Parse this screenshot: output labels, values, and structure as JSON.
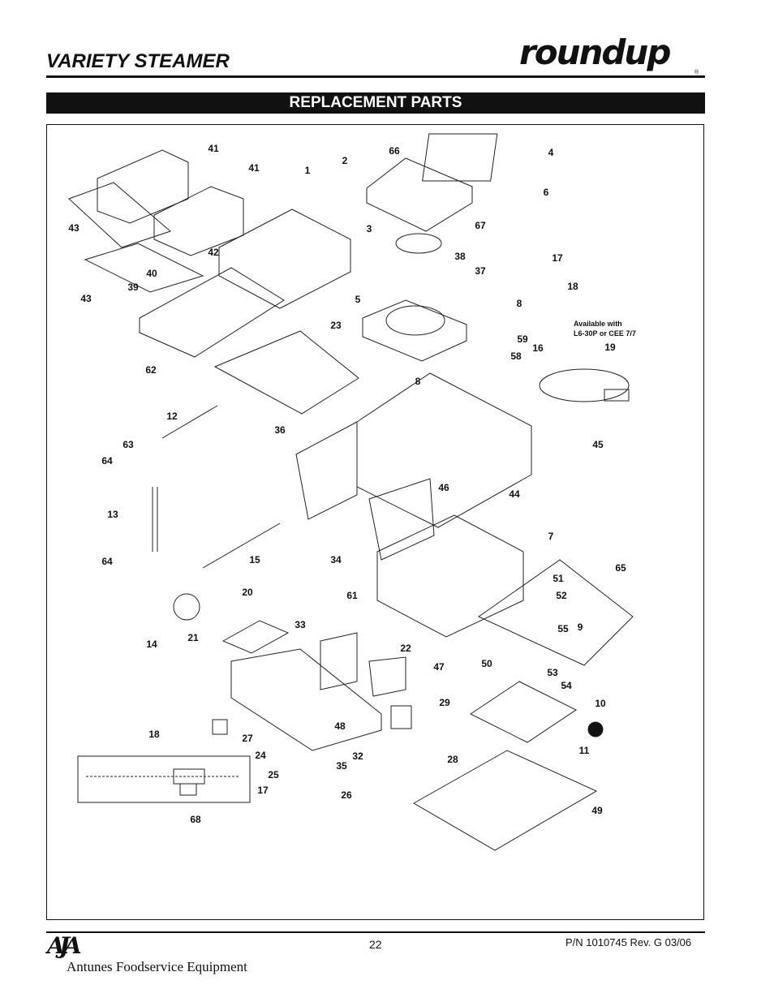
{
  "header": {
    "title": "VARIETY STEAMER",
    "logo": "roundup",
    "logo_mark": "®"
  },
  "section_title": "REPLACEMENT PARTS",
  "diagram": {
    "note": [
      "Available with",
      "L6-30P or CEE 7/7"
    ],
    "callouts": [
      "41",
      "41",
      "1",
      "2",
      "66",
      "4",
      "6",
      "43",
      "3",
      "67",
      "42",
      "40",
      "38",
      "37",
      "17",
      "18",
      "39",
      "43",
      "5",
      "8",
      "23",
      "59",
      "16",
      "19",
      "58",
      "62",
      "8",
      "12",
      "36",
      "63",
      "45",
      "64",
      "46",
      "44",
      "13",
      "7",
      "64",
      "15",
      "34",
      "65",
      "51",
      "20",
      "61",
      "52",
      "33",
      "55",
      "9",
      "14",
      "21",
      "22",
      "47",
      "50",
      "53",
      "54",
      "29",
      "10",
      "48",
      "18",
      "27",
      "11",
      "24",
      "32",
      "28",
      "35",
      "25",
      "17",
      "26",
      "68",
      "49"
    ]
  },
  "footer": {
    "page": "22",
    "part_number": "P/N 1010745 Rev. G 03/06",
    "company": "Antunes Foodservice Equipment",
    "company_mark": "AJA"
  }
}
